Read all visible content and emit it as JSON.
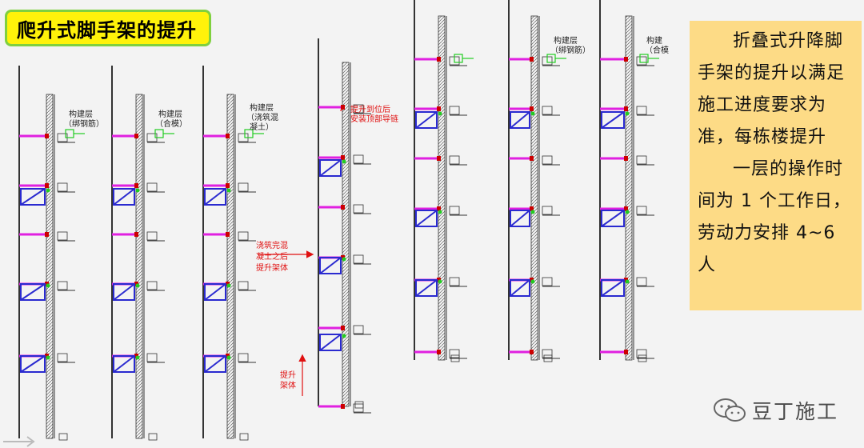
{
  "title": "爬升式脚手架的提升",
  "note": {
    "para1": "折叠式升降脚手架的提升以满足施工进度要求为准，每栋楼提升",
    "para2": "一层的操作时间为 1 个工作日，劳动力安排 4~6 人"
  },
  "diagram_labels": {
    "col1_a": "构建层",
    "col1_b": "（绑钢筋）",
    "col2_a": "构建层",
    "col2_b": "（合模）",
    "col3_a": "构建层",
    "col3_b": "（浇筑混",
    "col3_c": "凝土）",
    "col4_top_a": "提升到位后",
    "col4_top_b": "安装顶部导链",
    "col4_mid_a": "浇筑完混",
    "col4_mid_b": "凝土之后",
    "col4_mid_c": "提升架体",
    "col4_bot_a": "提升",
    "col4_bot_b": "架体",
    "col6_a": "构建层",
    "col6_b": "（绑钢筋）",
    "col7_a": "构建",
    "col7_b": "（合模"
  },
  "watermark": "豆丁施工",
  "colors": {
    "title_bg": "#fff20a",
    "title_border": "#7fd03f",
    "note_bg": "#fddb86",
    "slab": "#e020e0",
    "frame": "#2a2ad0",
    "accent_green": "#22cc22",
    "annotation_red": "#e01010"
  }
}
